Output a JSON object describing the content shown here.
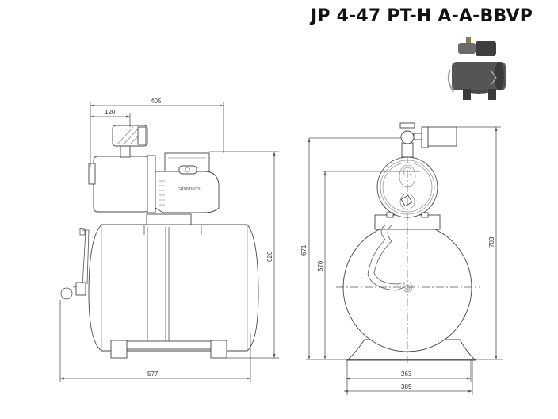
{
  "header": {
    "title": "JP 4-47 PT-H A-A-BBVP"
  },
  "product_thumbnail": {
    "alt": "Booster set with pump on horizontal pressure tank"
  },
  "side_view": {
    "brand_label": "GRUNDFOS",
    "dimensions": {
      "top_overall_width": "405",
      "inlet_to_switch": "120",
      "overall_height": "626",
      "base_width": "577"
    }
  },
  "front_view": {
    "dimensions": {
      "outlet_height": "671",
      "inlet_height": "570",
      "overall_height": "703",
      "foot_spacing": "263",
      "base_width": "389"
    }
  },
  "colors": {
    "line": "#555555",
    "text": "#333333",
    "title": "#111111"
  }
}
